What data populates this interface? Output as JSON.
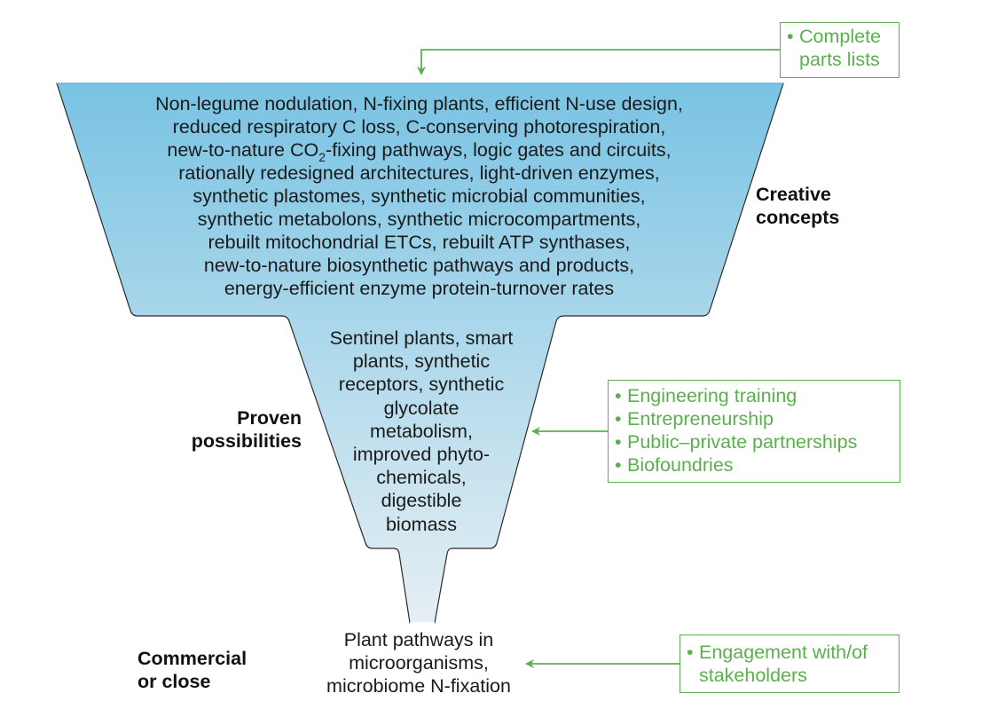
{
  "diagram": {
    "type": "funnel",
    "colors": {
      "funnel_top": "#79c3e3",
      "funnel_bottom": "#e6eff4",
      "outline": "#2b2b2b",
      "support_green": "#5bb04e",
      "text": "#1a1a1a"
    },
    "stages": {
      "creative": {
        "label_lines": [
          "Creative",
          "concepts"
        ],
        "content_lines": [
          "Non-legume nodulation, N-fixing plants, efficient N-use design,",
          "reduced respiratory C loss, C-conserving photorespiration,",
          "new-to-nature CO",
          "rationally redesigned architectures, light-driven enzymes,",
          "synthetic plastomes, synthetic microbial communities,",
          "synthetic metabolons, synthetic microcompartments,",
          "rebuilt mitochondrial ETCs, rebuilt ATP synthases,",
          "new-to-nature biosynthetic pathways and products,",
          "energy-efficient enzyme protein-turnover rates"
        ],
        "co2_line": {
          "before": "new-to-nature CO",
          "subscript": "2",
          "after": "-fixing pathways, logic gates and circuits,"
        }
      },
      "proven": {
        "label_lines": [
          "Proven",
          "possibilities"
        ],
        "content_lines": [
          "Sentinel plants, smart",
          "plants, synthetic",
          "receptors, synthetic",
          "glycolate",
          "metabolism,",
          "improved phyto-",
          "chemicals,",
          "digestible",
          "biomass"
        ]
      },
      "commercial": {
        "label_lines": [
          "Commercial",
          "or close"
        ],
        "content_lines": [
          "Plant pathways in",
          "microorganisms,",
          "microbiome N-fixation"
        ]
      }
    },
    "supports": {
      "parts": {
        "bullet": "•",
        "items": [
          [
            "Complete",
            "parts lists"
          ]
        ]
      },
      "enablers": {
        "bullet": "•",
        "items": [
          [
            "Engineering training"
          ],
          [
            "Entrepreneurship"
          ],
          [
            "Public–private partnerships"
          ],
          [
            "Biofoundries"
          ]
        ]
      },
      "engagement": {
        "bullet": "•",
        "items": [
          [
            "Engagement with/of",
            "stakeholders"
          ]
        ]
      }
    }
  }
}
